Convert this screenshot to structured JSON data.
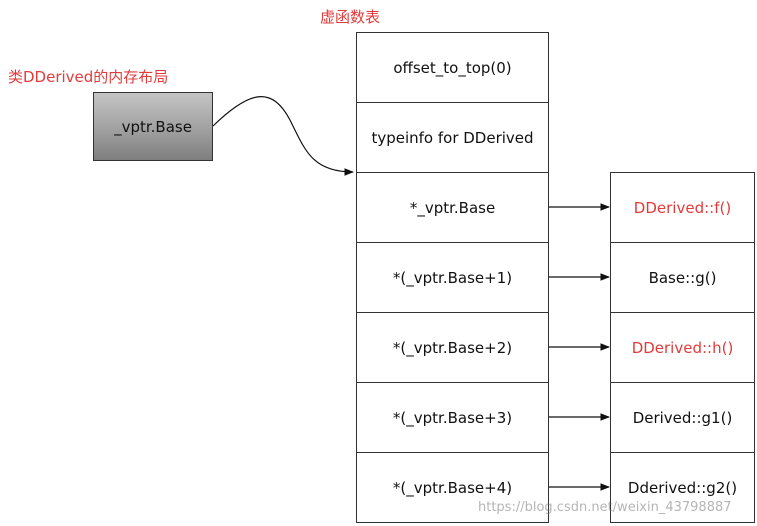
{
  "titles": {
    "vtable": "虚函数表",
    "layout": "类DDerived的内存布局"
  },
  "vptr_label": "_vptr.Base",
  "vtable_entries": [
    "offset_to_top(0)",
    "typeinfo for DDerived",
    "*_vptr.Base",
    "*(_vptr.Base+1)",
    "*(_vptr.Base+2)",
    "*(_vptr.Base+3)",
    "*(_vptr.Base+4)"
  ],
  "functions": [
    {
      "label": "DDerived::f()",
      "overridden": true
    },
    {
      "label": "Base::g()",
      "overridden": false
    },
    {
      "label": "DDerived::h()",
      "overridden": true
    },
    {
      "label": "Derived::g1()",
      "overridden": false
    },
    {
      "label": "Dderived::g2()",
      "overridden": false
    }
  ],
  "colors": {
    "highlight": "#e23b3b",
    "line": "#111111"
  },
  "watermark": "https://blog.csdn.net/weixin_43798887"
}
